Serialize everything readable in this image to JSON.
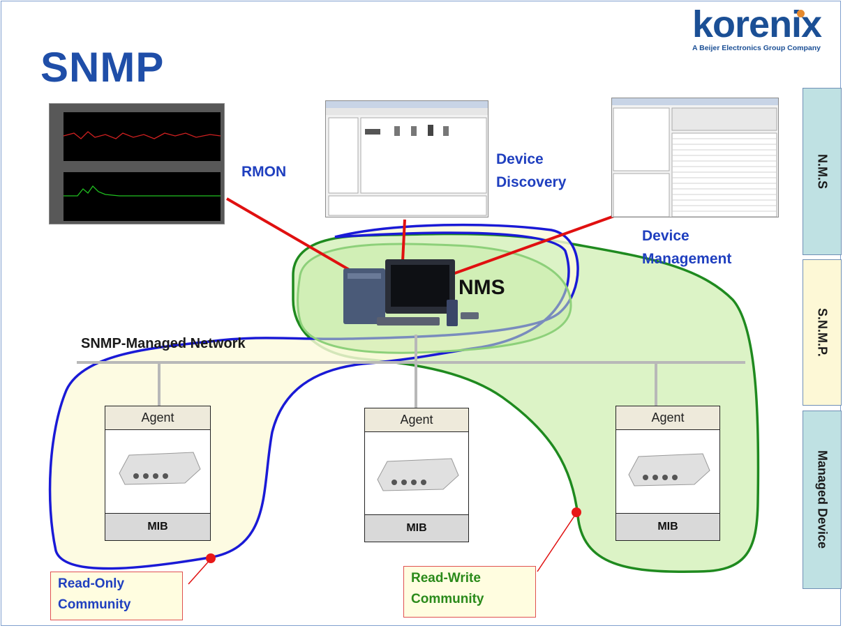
{
  "title": "SNMP",
  "logo": {
    "name": "korenix",
    "tagline": "A Beijer Electronics Group Company"
  },
  "labels": {
    "rmon": "RMON",
    "discovery_line1": "Device",
    "discovery_line2": "Discovery",
    "management_line1": "Device",
    "management_line2": "Management",
    "nms": "NMS",
    "network": "SNMP-Managed Network"
  },
  "agents": [
    {
      "agent": "Agent",
      "mib": "MIB"
    },
    {
      "agent": "Agent",
      "mib": "MIB"
    },
    {
      "agent": "Agent",
      "mib": "MIB"
    }
  ],
  "callouts": {
    "read_only_line1": "Read-Only",
    "read_only_line2": "Community",
    "read_write_line1": "Read-Write",
    "read_write_line2": "Community"
  },
  "side_labels": {
    "nms": "N.M.S",
    "snmp": "S.N.M.P.",
    "managed": "Managed Device"
  },
  "colors": {
    "title": "#1f4ea8",
    "blue_region": "#1a1ad6",
    "green_region": "#1f8a1f",
    "link": "#e01010"
  }
}
